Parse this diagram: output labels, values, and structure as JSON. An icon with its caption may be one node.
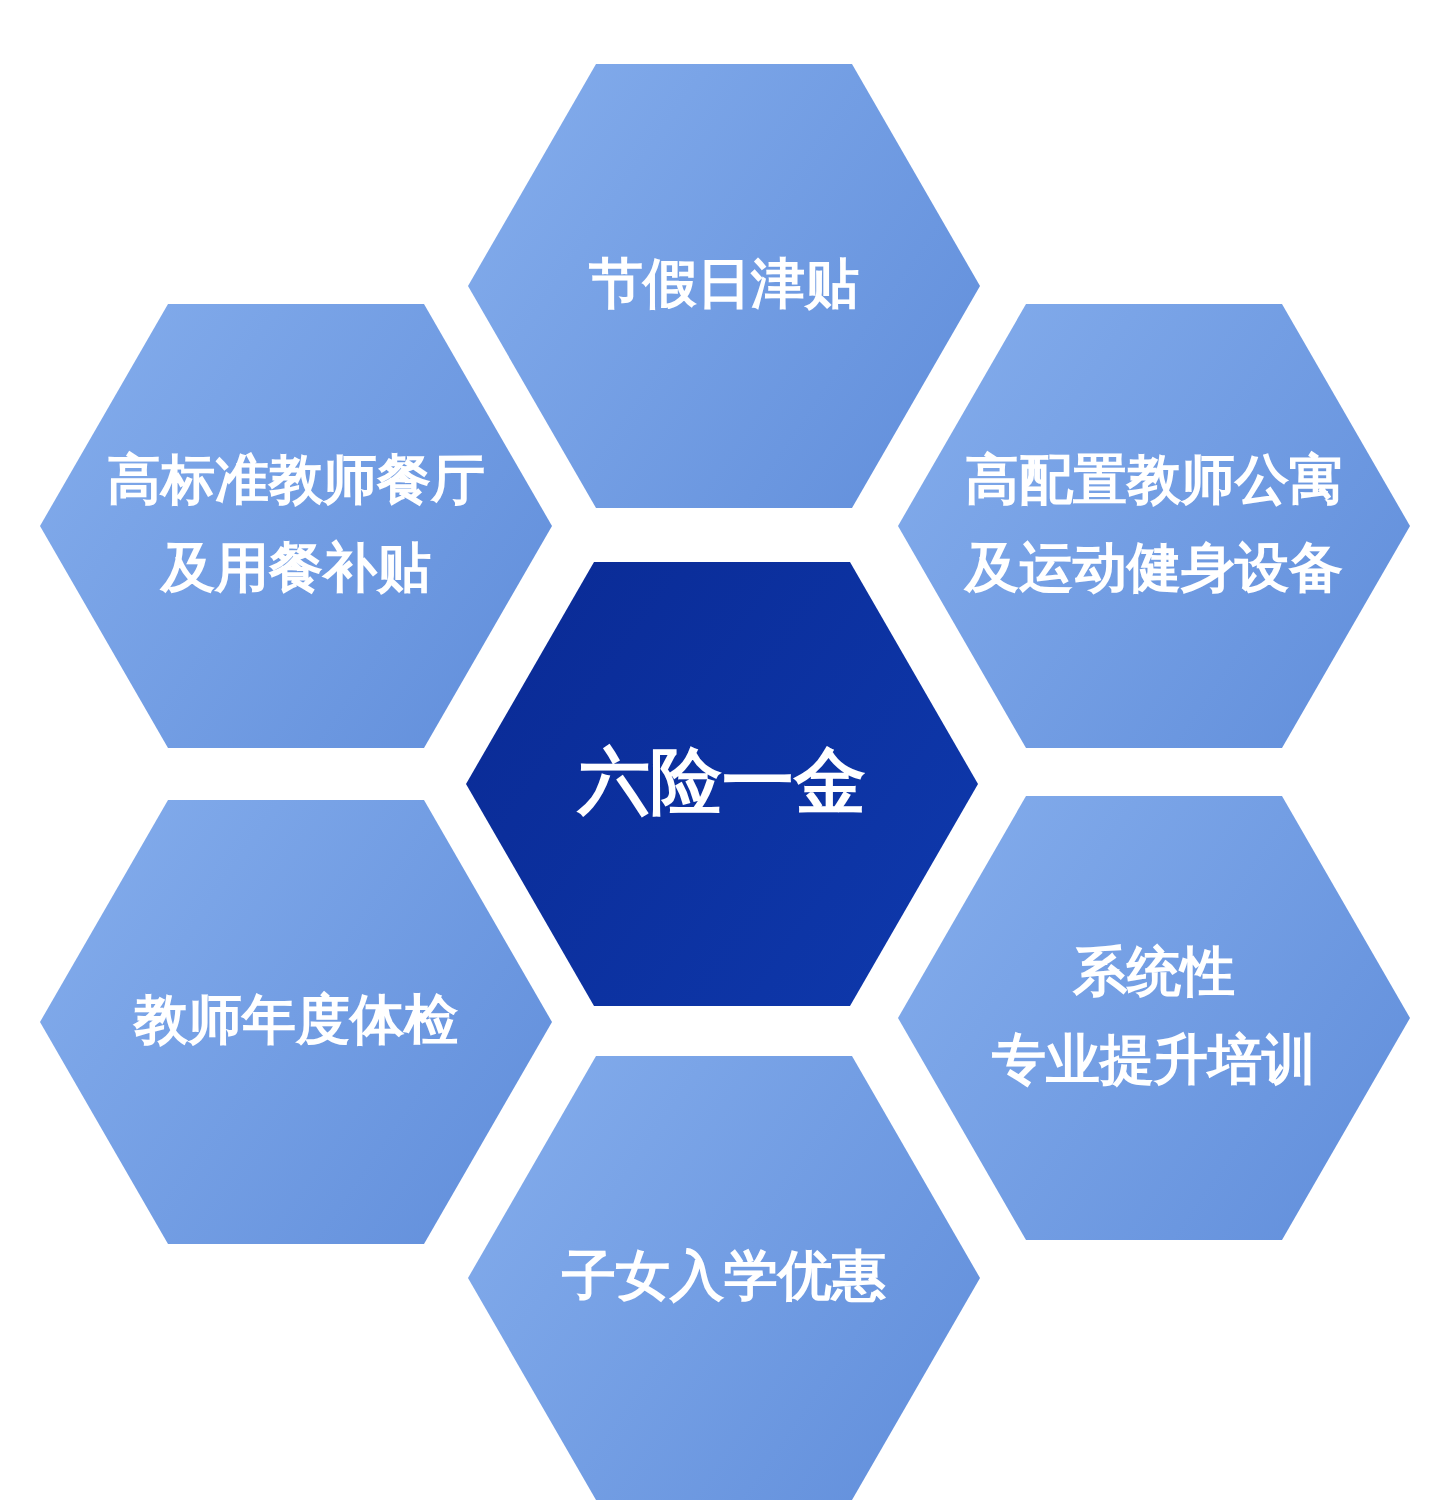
{
  "diagram": {
    "nodes": [
      {
        "text": [
          "节假日津贴"
        ]
      },
      {
        "text": [
          "高标准教师餐厅及用餐补贴"
        ]
      },
      {
        "text": [
          "高配置教师公寓及运动健身设备"
        ]
      },
      {
        "text": [
          "六险一金"
        ]
      },
      {
        "text": [
          "教师年度体检"
        ]
      },
      {
        "text": [
          "系统性",
          "专业提升培训"
        ]
      },
      {
        "text": [
          "子女入学优惠"
        ]
      }
    ]
  }
}
